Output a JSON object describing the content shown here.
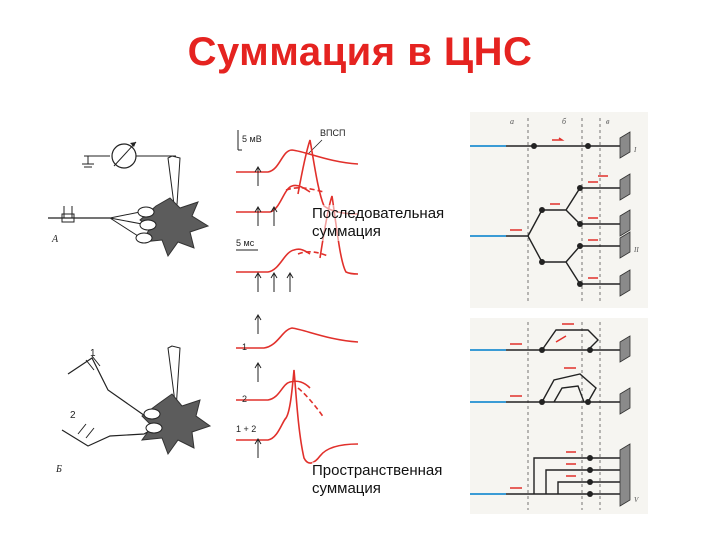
{
  "slide": {
    "title": "Суммация в ЦНС"
  },
  "neuron_panel": {
    "label_a": "А",
    "label_b": "Б",
    "input_1": "1",
    "input_2": "2"
  },
  "traces_panel": {
    "scale_mv": "5 мВ",
    "scale_ms": "5 мс",
    "epsp_label": "ВПСП",
    "trace_1": "1",
    "trace_2": "2",
    "trace_sum": "1 + 2"
  },
  "networks": {
    "sequential_caption_line1": "Последовательная",
    "sequential_caption_line2": "суммация",
    "spatial_caption_line1": "Пространственная",
    "spatial_caption_line2": "суммация",
    "col_a": "а",
    "col_b": "б",
    "col_c": "в",
    "roman_1": "I",
    "roman_2": "II",
    "roman_4": "V"
  },
  "colors": {
    "title": "#e52320",
    "trace_red": "#e1302b",
    "input_blue": "#3a9bd5",
    "neuron_gray": "#5c5c5c"
  }
}
